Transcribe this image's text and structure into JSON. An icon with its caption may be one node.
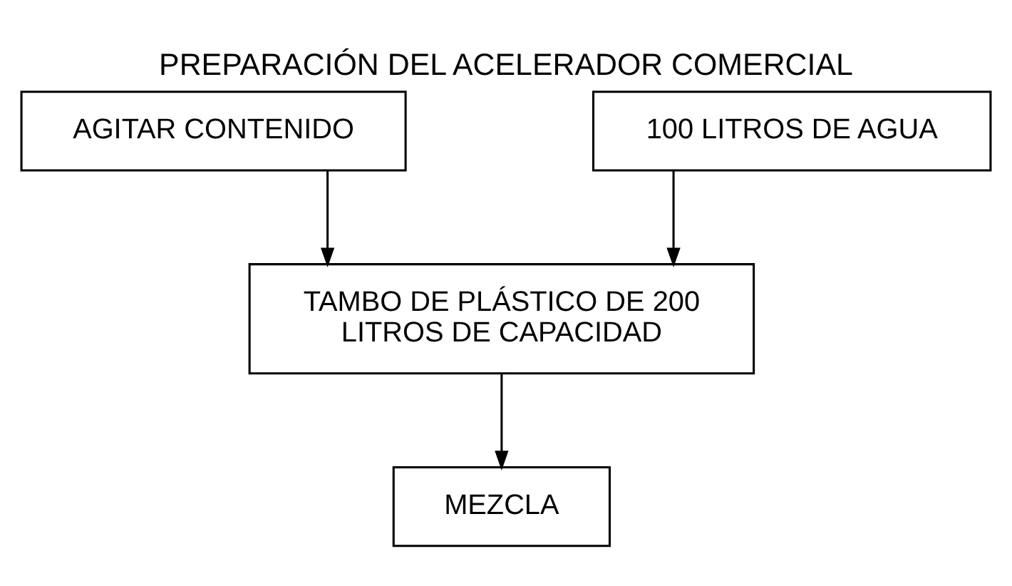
{
  "diagram": {
    "title": "PREPARACIÓN DEL ACELERADOR COMERCIAL",
    "nodes": [
      {
        "text": [
          "AGITAR CONTENIDO"
        ]
      },
      {
        "text": [
          "100 LITROS DE AGUA"
        ]
      },
      {
        "text": [
          "TAMBO DE PLÁSTICO DE 200 LITROS DE CAPACIDAD"
        ]
      },
      {
        "text": [
          "MEZCLA"
        ]
      }
    ],
    "edges": [
      {
        "from": 0,
        "to": 2,
        "arrow": "to"
      },
      {
        "from": 1,
        "to": 2,
        "arrow": "to"
      },
      {
        "from": 2,
        "to": 3,
        "arrow": "to"
      }
    ]
  }
}
